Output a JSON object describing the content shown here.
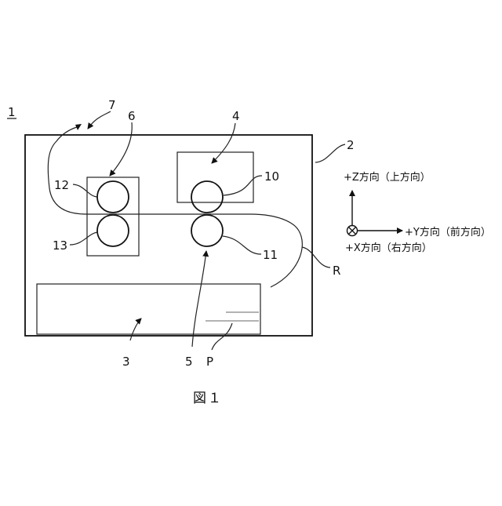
{
  "labels": {
    "device": "1",
    "housing": "2",
    "tray": "3",
    "upper_unit": "4",
    "lower_roller_pointer": "5",
    "roller_unit": "6",
    "path_pointer": "7",
    "upper_right_roller": "10",
    "lower_right_roller": "11",
    "upper_left_roller": "12",
    "lower_left_roller": "13",
    "route": "R",
    "paper": "P"
  },
  "axes": {
    "z": "+Z方向（上方向）",
    "y": "+Y方向（前方向）",
    "x": "+X方向（右方向）"
  },
  "caption": "図１"
}
